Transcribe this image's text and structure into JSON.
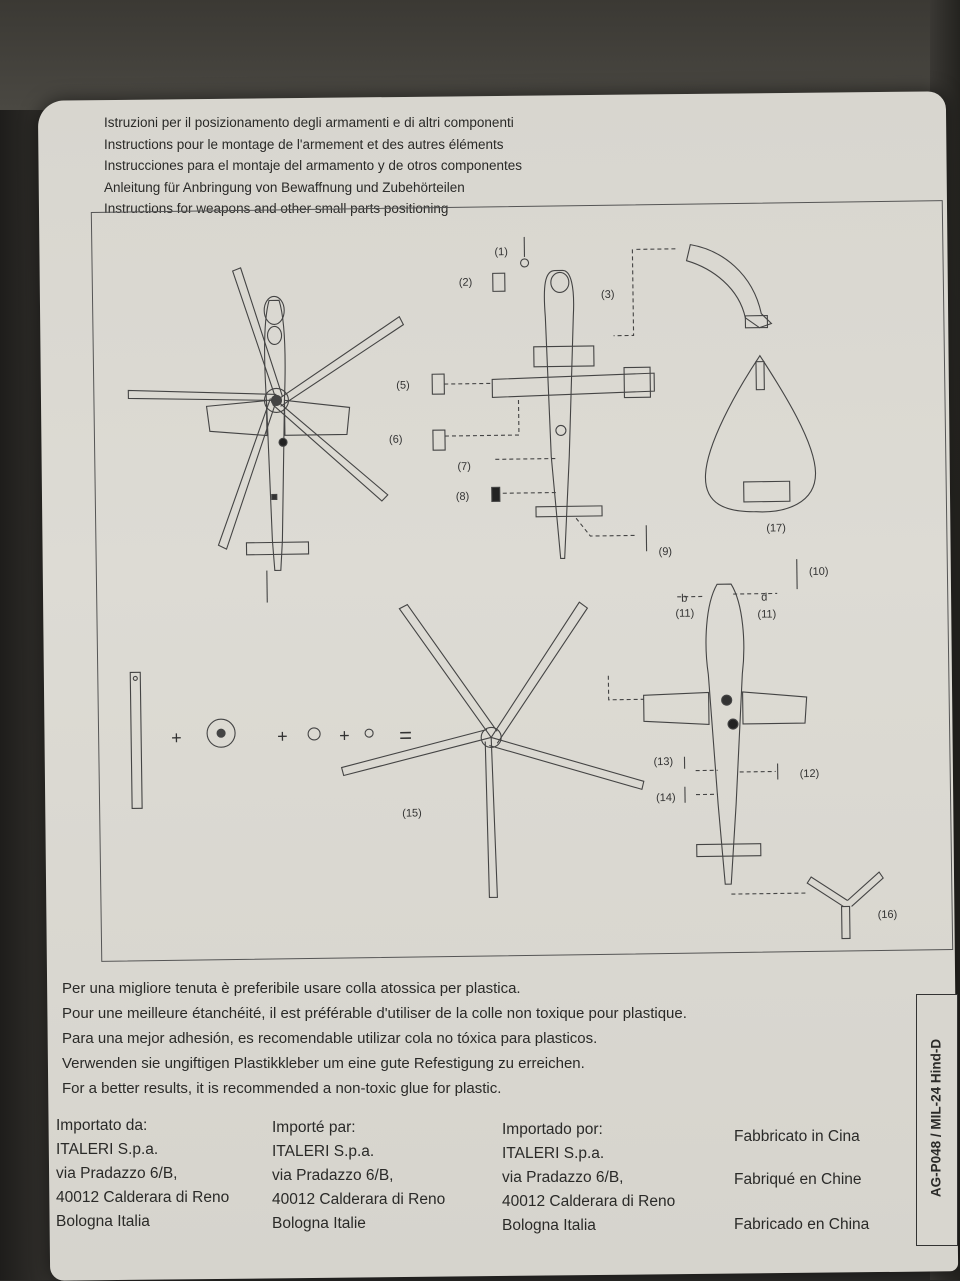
{
  "header_lines": [
    "Istruzioni per il posizionamento degli armamenti e di altri componenti",
    "Instructions pour le montage de l'armement et des autres éléments",
    "Instrucciones para el montaje del armamento y de otros componentes",
    "Anleitung für Anbringung von Bewaffnung und Zubehörteilen",
    "Instructions for weapons and other small parts positioning"
  ],
  "part_labels": {
    "p1": "(1)",
    "p2": "(2)",
    "p3": "(3)",
    "p5": "(5)",
    "p6": "(6)",
    "p7": "(7)",
    "p8": "(8)",
    "p9": "(9)",
    "p10": "(10)",
    "p11a": "(11)",
    "p11b": "(11)",
    "p12": "(12)",
    "p13": "(13)",
    "p14": "(14)",
    "p15": "(15)",
    "p16": "(16)",
    "p17": "(17)"
  },
  "part_marks": {
    "b": "b",
    "d": "d"
  },
  "operators": {
    "plus1": "+",
    "plus2": "+",
    "plus3": "+",
    "equals": "="
  },
  "glue_lines": [
    "Per una migliore tenuta è preferibile usare colla atossica per plastica.",
    "Pour une meilleure étanchéité, il est préférable d'utiliser de la colle non toxique pour plastique.",
    "Para una mejor adhesión, es recomendable utilizar cola no tóxica para plasticos.",
    "Verwenden sie ungiftigen Plastikkleber um eine gute Refestigung zu erreichen.",
    "For a better results, it is recommended a non-toxic glue for plastic."
  ],
  "importers": [
    {
      "title": "Importato da:",
      "company": "ITALERI S.p.a.",
      "street": "via Pradazzo 6/B,",
      "city": "40012 Calderara di Reno",
      "region": "Bologna Italia"
    },
    {
      "title": "Importé par:",
      "company": "ITALERI S.p.a.",
      "street": "via Pradazzo 6/B,",
      "city": "40012 Calderara di Reno",
      "region": "Bologna Italie"
    },
    {
      "title": "Importado por:",
      "company": "ITALERI S.p.a.",
      "street": "via Pradazzo 6/B,",
      "city": "40012 Calderara di Reno",
      "region": "Bologna Italia"
    }
  ],
  "made_in": [
    "Fabbricato in Cina",
    "Fabriqué en Chine",
    "Fabricado en China"
  ],
  "product_code": "AG-P048 / MIL-24 Hind-D"
}
